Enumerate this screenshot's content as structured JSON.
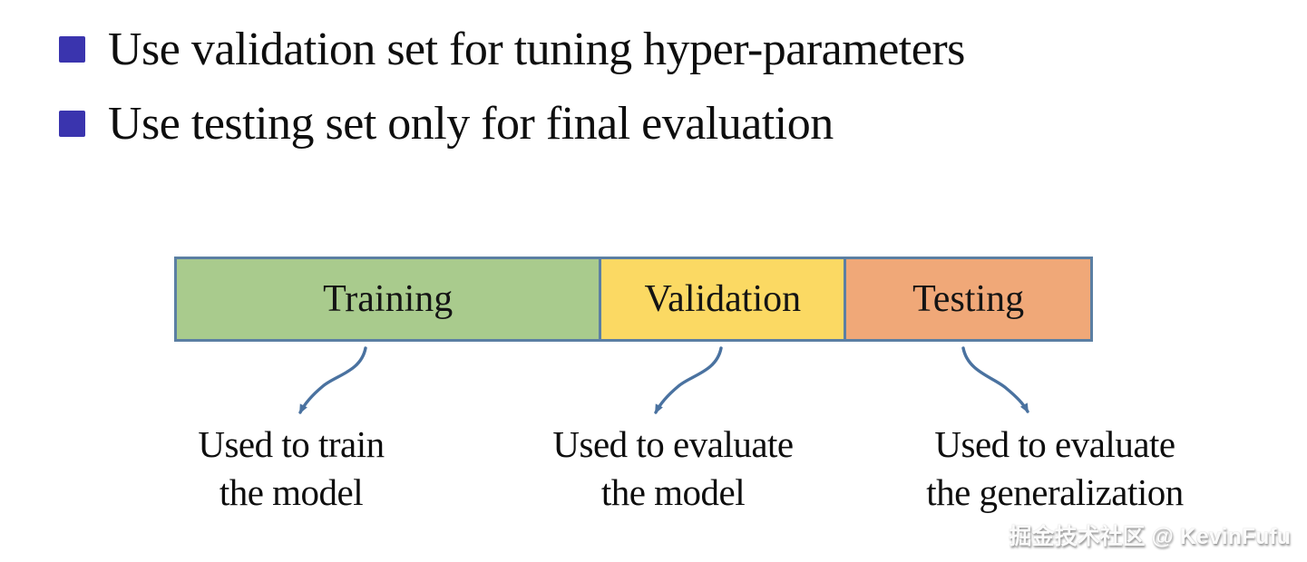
{
  "slide": {
    "bullets": [
      {
        "text": "Use validation set for tuning hyper-parameters"
      },
      {
        "text": "Use testing set only for final evaluation"
      }
    ],
    "bullet_color": "#3a34ae",
    "bar": {
      "border_color": "#5b7fa3",
      "segments": [
        {
          "label": "Training",
          "color": "#a9cb8d",
          "width_pct": 46.5
        },
        {
          "label": "Validation",
          "color": "#fbd963",
          "width_pct": 26.7
        },
        {
          "label": "Testing",
          "color": "#f0a878",
          "width_pct": 26.8
        }
      ]
    },
    "arrow_color": "#4a72a0",
    "annotations": [
      {
        "line1": "Used to train",
        "line2": "the model"
      },
      {
        "line1": "Used to evaluate",
        "line2": "the model"
      },
      {
        "line1": "Used to evaluate",
        "line2": "the generalization"
      }
    ],
    "watermark": "掘金技术社区 @ KevinFufu"
  }
}
